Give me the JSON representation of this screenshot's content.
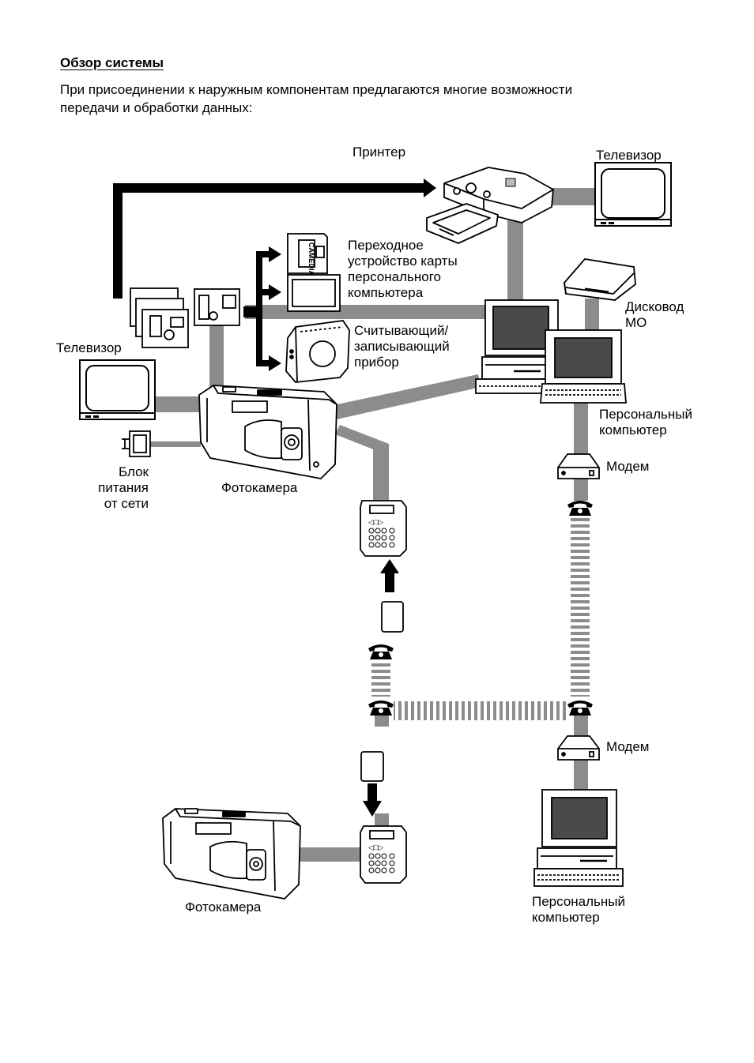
{
  "section": {
    "heading": "Обзор системы",
    "intro_line1": "При присоединении к наружным компонентам предлагаются многие возможности",
    "intro_line2": "передачи и обработки данных:"
  },
  "labels": {
    "printer": "Принтер",
    "tv_top": "Телевизор",
    "tv_left": "Телевизор",
    "pc_card_adapter": [
      "Переходное",
      "устройство карты",
      "персонального",
      "компьютера"
    ],
    "reader_writer": [
      "Считывающий/",
      "записывающий",
      "прибор"
    ],
    "mo_drive": [
      "Дисковод",
      "MO"
    ],
    "pc_top": [
      "Персональный",
      "компьютер"
    ],
    "modem_top": "Модем",
    "power_adapter": [
      "Блок",
      "питания",
      "от сети"
    ],
    "camera_top": "Фотокамера",
    "modem_bottom": "Модем",
    "camera_bottom": "Фотокамера",
    "pc_bottom": [
      "Персональный",
      "компьютер"
    ],
    "card_brand": "CAMEDIA"
  },
  "colors": {
    "link_gray": "#8c8c8c",
    "ink": "#000000",
    "screen": "#4a4a4a"
  }
}
